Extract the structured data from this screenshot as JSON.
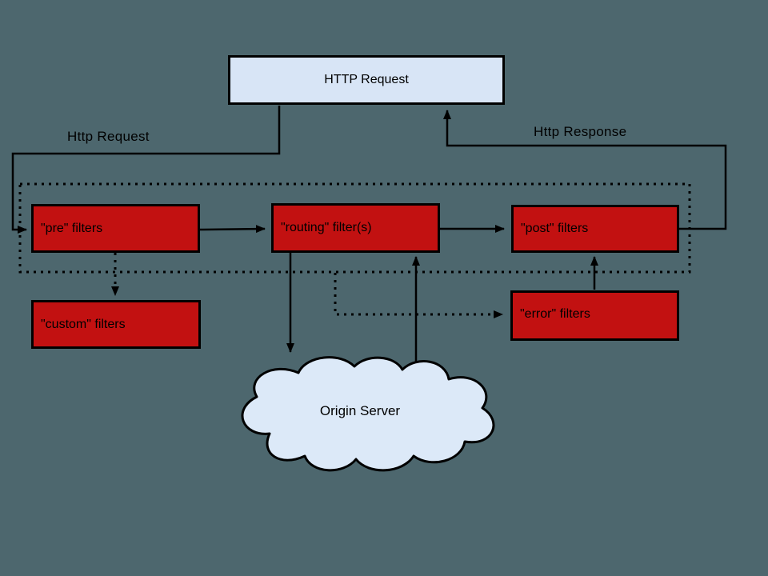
{
  "diagram": {
    "nodes": [
      {
        "id": "http_request",
        "label": "HTTP Request",
        "type": "box-blue"
      },
      {
        "id": "pre_filters",
        "label": "\"pre\" filters",
        "type": "box-red"
      },
      {
        "id": "routing_filters",
        "label": "\"routing\" filter(s)",
        "type": "box-red"
      },
      {
        "id": "post_filters",
        "label": "\"post\" filters",
        "type": "box-red"
      },
      {
        "id": "custom_filters",
        "label": "\"custom\" filters",
        "type": "box-red"
      },
      {
        "id": "error_filters",
        "label": "\"error\" filters",
        "type": "box-red"
      },
      {
        "id": "origin_server",
        "label": "Origin Server",
        "type": "cloud"
      }
    ],
    "edge_labels": {
      "request": "Http Request",
      "response": "Http Response"
    },
    "edges": [
      {
        "from": "http_request",
        "to": "pre_filters",
        "style": "solid",
        "label": "Http Request"
      },
      {
        "from": "pre_filters",
        "to": "routing_filters",
        "style": "solid"
      },
      {
        "from": "routing_filters",
        "to": "post_filters",
        "style": "solid"
      },
      {
        "from": "post_filters",
        "to": "http_request",
        "style": "solid",
        "label": "Http Response"
      },
      {
        "from": "pre_filters",
        "to": "custom_filters",
        "style": "dotted"
      },
      {
        "from": "routing_filters",
        "to": "origin_server",
        "style": "solid"
      },
      {
        "from": "origin_server",
        "to": "routing_filters",
        "style": "solid"
      },
      {
        "from": "error_filters",
        "to": "post_filters",
        "style": "solid"
      },
      {
        "from": "filter_chain",
        "to": "error_filters",
        "style": "dotted"
      }
    ],
    "containers": [
      {
        "id": "filter_chain",
        "style": "dotted-rectangle",
        "contains": [
          "pre_filters",
          "routing_filters",
          "post_filters"
        ]
      }
    ]
  },
  "colors": {
    "background": "#4d676e",
    "filter_box": "#c21111",
    "request_box": "#d8e5f6",
    "cloud_fill": "#dce9f8",
    "stroke": "#000000"
  }
}
